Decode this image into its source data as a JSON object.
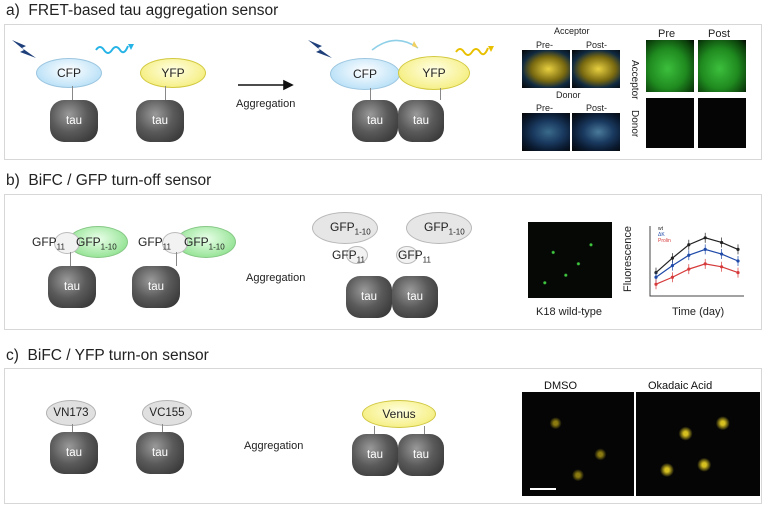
{
  "sections": [
    {
      "letter": "a)",
      "title": "FRET-based tau aggregation sensor"
    },
    {
      "letter": "b)",
      "title": "BiFC / GFP turn-off sensor"
    },
    {
      "letter": "c)",
      "title": "BiFC / YFP turn-on sensor"
    }
  ],
  "common": {
    "tau": "tau",
    "aggregation": "Aggregation"
  },
  "a": {
    "cfp": "CFP",
    "yfp": "YFP",
    "acceptor": "Acceptor",
    "donor": "Donor",
    "pre": "Pre-",
    "post": "Post-",
    "pre2": "Pre",
    "post2": "Post",
    "acceptor_side": "Acceptor",
    "donor_side": "Donor"
  },
  "b": {
    "gfp11": "GFP",
    "gfp11_sub": "11",
    "gfp110": "GFP",
    "gfp110_sub": "1-10",
    "image_label": "K18 wild-type",
    "chart_ylabel": "Fluorescence",
    "chart_xlabel": "Time (day)"
  },
  "c": {
    "vn": "VN173",
    "vc": "VC155",
    "venus": "Venus",
    "dmso": "DMSO",
    "okadaic": "Okadaic Acid"
  },
  "chart_data": {
    "type": "line",
    "legend": [
      "wt",
      "ΔK",
      "Prolin"
    ],
    "series": [
      {
        "name": "wt",
        "color": "#222222",
        "values": [
          0.3,
          0.55,
          0.78,
          0.9,
          0.82,
          0.7
        ]
      },
      {
        "name": "ΔK",
        "color": "#1f4aa8",
        "values": [
          0.22,
          0.42,
          0.6,
          0.7,
          0.62,
          0.5
        ]
      },
      {
        "name": "Prolin",
        "color": "#d63a3a",
        "values": [
          0.1,
          0.22,
          0.36,
          0.45,
          0.4,
          0.3
        ]
      }
    ],
    "xlabel": "Time (day)",
    "ylabel": "Fluorescence"
  }
}
